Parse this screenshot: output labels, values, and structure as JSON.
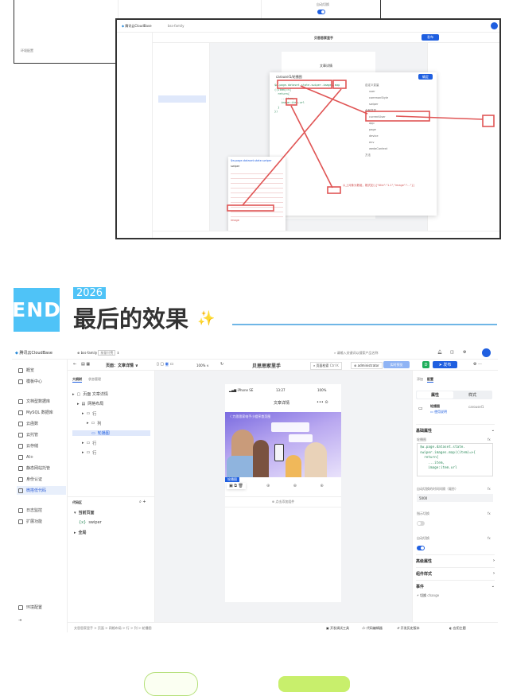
{
  "app": {
    "logo_text": "腾讯云CloudBase",
    "env_name": "bss-family",
    "env_badge": "按量付费",
    "search_placeholder": "请输入关键词以搜索产品名称",
    "avatar_icon": "user-icon",
    "brand_color": "#1f5fe0"
  },
  "toolbar": {
    "page_select": "页面：文章详情 ∨",
    "zoom": "100% ∨",
    "app_title": "贝思思家里手",
    "page_search": "页面检索",
    "page_search_shortcut": "Ctrl K",
    "user": "administrator",
    "preview": "实时预览",
    "debug": "D",
    "publish": "发布"
  },
  "nav": {
    "items": [
      {
        "label": "概览",
        "icon": "home-icon"
      },
      {
        "label": "模板中心",
        "icon": "grid-icon"
      },
      {
        "label": "文档型数据库",
        "icon": "database-icon"
      },
      {
        "label": "MySQL 数据库",
        "icon": "mysql-icon"
      },
      {
        "label": "云函数",
        "icon": "function-icon"
      },
      {
        "label": "云托管",
        "icon": "container-icon"
      },
      {
        "label": "云存储",
        "icon": "storage-icon"
      },
      {
        "label": "AI+",
        "icon": "ai-icon"
      },
      {
        "label": "静态网站托管",
        "icon": "website-icon"
      },
      {
        "label": "身份认证",
        "icon": "auth-icon"
      },
      {
        "label": "微搭低代码",
        "icon": "lowcode-icon"
      },
      {
        "label": "日志监控",
        "icon": "log-icon"
      },
      {
        "label": "扩展功能",
        "icon": "extension-icon"
      }
    ],
    "env_config": "环境配置"
  },
  "outline": {
    "tabs": [
      "大纲树",
      "状态管理"
    ],
    "items": [
      "页面  文章详情",
      "网格布局",
      "行",
      "列",
      "轮播图",
      "行",
      "行"
    ],
    "code_area": "代码区",
    "code_items": [
      "当前页面",
      "swiper",
      "全局"
    ]
  },
  "phone": {
    "device": "iPhone SE",
    "time": "13:27",
    "battery": "100%",
    "title": "文章详情",
    "banner_caption": "〈 力思思家电手小程序首页图",
    "component_tag": "轮播图",
    "add_component": "点击添加组件"
  },
  "props": {
    "tabs": [
      "添加",
      "配置"
    ],
    "segments": [
      "属性",
      "样式"
    ],
    "component_name": "轮播图",
    "component_id": "carousel1",
    "usage_link": "使用说明",
    "basic_section": "基础属性",
    "carousel_label": "轮播图",
    "code": "$w.page.dataset.state.\nswiper.images.map((item)=>{\n  return{\n    ...item,\n    image:item.url",
    "interval_label": "自动切换的时间间隔（毫秒）",
    "interval_value": "5000",
    "indicator_label": "指示切换",
    "indicator_on": false,
    "autoplay_label": "自动切换",
    "autoplay_on": true,
    "advanced_section": "高级属性",
    "style_section": "组件样式",
    "events_section": "事件",
    "event_item": "切换",
    "event_item_code": "change",
    "theme": "应用主题"
  },
  "footer": {
    "breadcrumb": "文思思家里手  >  页面  >  网格布局  >  行  >  列  >  轮播图",
    "devtools": "开发调试工具",
    "code_editor": "代码编辑器",
    "history": "开发历史版本"
  },
  "heading": {
    "badge": "END",
    "year": "2026",
    "title": "最后的效果",
    "sparkle": "✨",
    "accent_color": "#4fc3f7"
  },
  "top_shot": {
    "popup_title": "carousel1/轮播图",
    "popup_confirm": "确定",
    "code_lines": [
      "$w.page.dataset.state.swiper.images.map",
      "((item)=>{",
      "  return{",
      "    ...item,",
      "    image:item.url",
      "  }",
      "})"
    ],
    "var_title": "$w.page.dataset.state.swiper",
    "var_name": "swiper",
    "var_groups": [
      "自定义变量",
      "user",
      "commonStyle",
      "swiper",
      "全局变量",
      "currentUser",
      "app",
      "page",
      "device",
      "env",
      "wedaContext",
      "方法"
    ],
    "hint": "以上对象为数组，格式如 [{\"title\":\"1.1\",\"image\":\"...\"}]",
    "image_key": "image"
  }
}
